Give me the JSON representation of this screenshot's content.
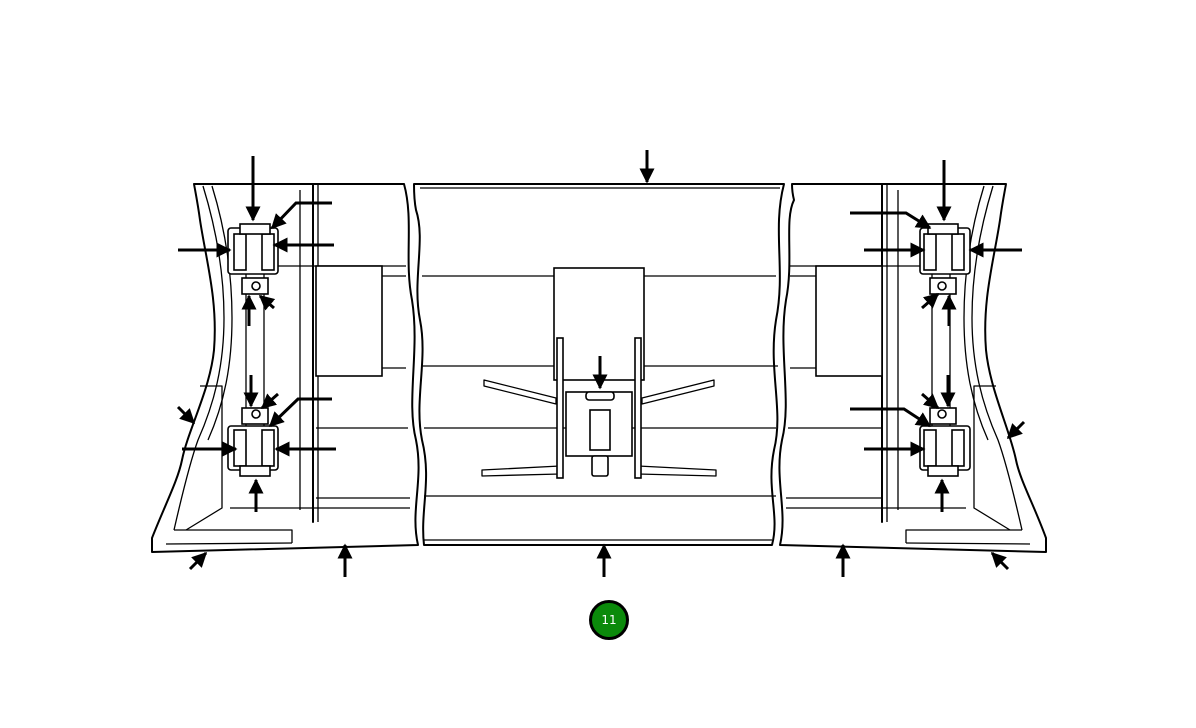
{
  "figure": {
    "subject": "front-panel-assembly",
    "view": "exploded-line-drawing"
  },
  "page_marker": {
    "label": "11",
    "fill_color": "#0b8a0b",
    "border_color": "#000000",
    "text_color": "#ffffff"
  },
  "colors": {
    "line": "#000000",
    "background": "#ffffff"
  }
}
